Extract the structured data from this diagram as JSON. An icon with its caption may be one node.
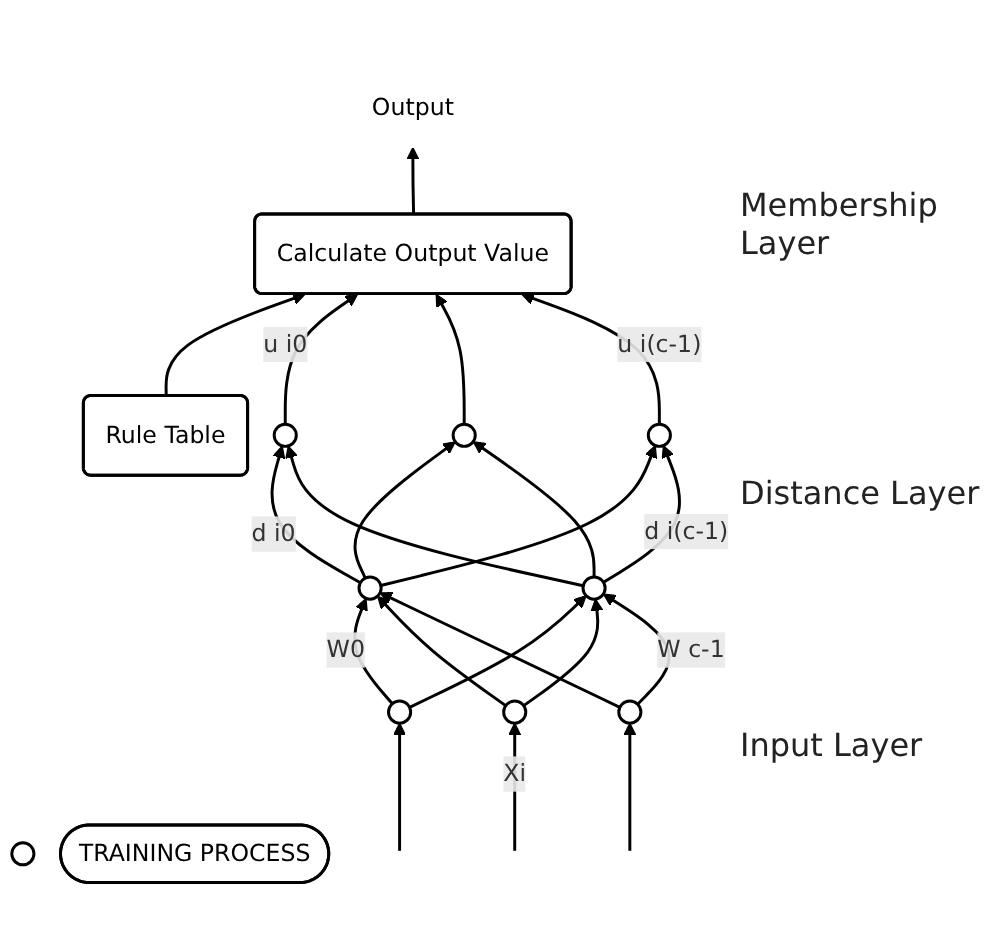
{
  "diagram": {
    "nodes": [
      {
        "text": [
          "Output"
        ]
      },
      {
        "text": [
          "Calculate Output Value"
        ]
      },
      {
        "text": [
          "Rule Table"
        ]
      },
      {
        "text": [],
        "shape": "circle"
      },
      {
        "text": [],
        "shape": "circle"
      },
      {
        "text": [],
        "shape": "circle"
      },
      {
        "text": [],
        "shape": "circle"
      },
      {
        "text": [],
        "shape": "circle"
      },
      {
        "text": [],
        "shape": "circle"
      },
      {
        "text": [],
        "shape": "circle"
      },
      {
        "text": [],
        "shape": "circle"
      },
      {
        "text": [],
        "shape": "circle"
      },
      {
        "text": [
          "TRAINING PROCESS"
        ]
      }
    ],
    "edges": [
      {
        "from": 1,
        "to": 0,
        "arrow": "to"
      },
      {
        "from": 2,
        "to": 1,
        "arrow": "to"
      },
      {
        "from": 3,
        "to": 1,
        "arrow": "to",
        "label": "u i0"
      },
      {
        "from": 4,
        "to": 1,
        "arrow": "to"
      },
      {
        "from": 5,
        "to": 1,
        "arrow": "to",
        "label": "u i(c-1)"
      },
      {
        "from": 6,
        "to": 3,
        "arrow": "to",
        "label": "d i0"
      },
      {
        "from": 6,
        "to": 4,
        "arrow": "to"
      },
      {
        "from": 6,
        "to": 5,
        "arrow": "to"
      },
      {
        "from": 8,
        "to": 3,
        "arrow": "to"
      },
      {
        "from": 8,
        "to": 4,
        "arrow": "to"
      },
      {
        "from": 8,
        "to": 5,
        "arrow": "to",
        "label": "d i(c-1)"
      },
      {
        "from": 9,
        "to": 6,
        "arrow": "to",
        "label": "W0"
      },
      {
        "from": 9,
        "to": 8,
        "arrow": "to"
      },
      {
        "from": 10,
        "to": 6,
        "arrow": "to"
      },
      {
        "from": 10,
        "to": 8,
        "arrow": "to"
      },
      {
        "from": 11,
        "to": 6,
        "arrow": "to"
      },
      {
        "from": 11,
        "to": 8,
        "arrow": "to",
        "label": "W c-1"
      },
      {
        "from": null,
        "to": 9,
        "arrow": "to"
      },
      {
        "from": null,
        "to": 10,
        "arrow": "to",
        "label": "Xi"
      },
      {
        "from": null,
        "to": 11,
        "arrow": "to"
      }
    ],
    "labels": [
      "Membership Layer",
      "Distance Layer",
      "Input Layer"
    ]
  }
}
